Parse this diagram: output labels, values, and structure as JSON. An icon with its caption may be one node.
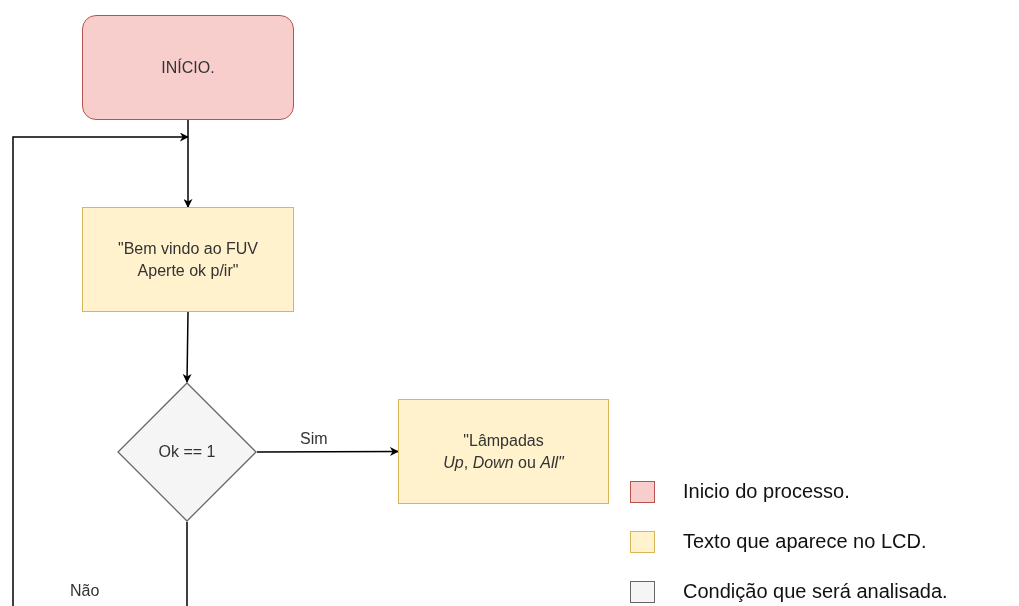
{
  "diagram": {
    "nodes": [
      {
        "text": [
          "INÍCIO."
        ]
      },
      {
        "text": [
          "\"Bem vindo ao FUV Aperte ok p/ir\""
        ]
      },
      {
        "text": [
          "Ok == 1"
        ]
      },
      {
        "text": [
          "\"Lâmpadas *Up*, *Down* ou *All\"*"
        ]
      }
    ],
    "edges": [
      {
        "from": 0,
        "to": 1,
        "arrow": "to"
      },
      {
        "from": 1,
        "to": 2,
        "arrow": "to"
      },
      {
        "from": 2,
        "to": 3,
        "arrow": "to",
        "label": "Sim"
      },
      {
        "from": 2,
        "to": null,
        "arrow": "none"
      },
      {
        "from": null,
        "to": 1,
        "arrow": "to"
      }
    ],
    "labels": [
      "Não"
    ],
    "legend": [
      {
        "text": "Inicio do processo.",
        "color": "#f8cecc"
      },
      {
        "text": "Texto que aparece no LCD.",
        "color": "#fff2cc"
      },
      {
        "text": "Condição que será analisada.",
        "color": "#f5f5f5"
      }
    ]
  }
}
